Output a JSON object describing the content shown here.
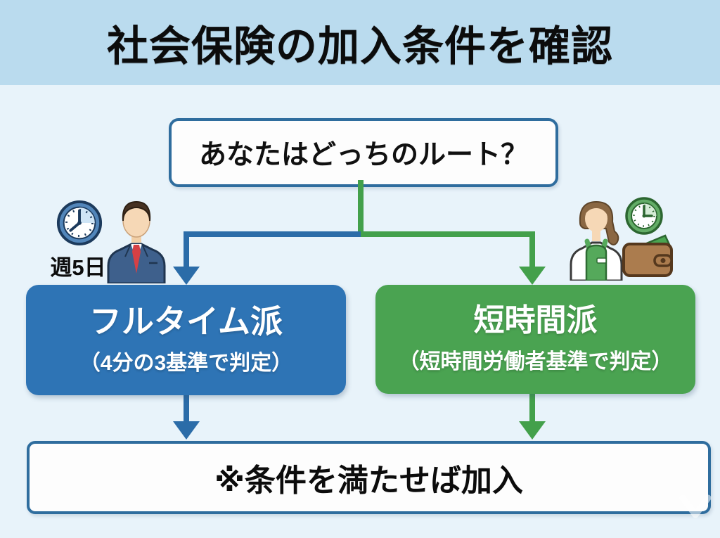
{
  "title": "社会保険の加入条件を確認",
  "flowchart": {
    "question": "あなたはどっちのルート？",
    "left_branch": {
      "badge": "週5日",
      "title": "フルタイム派",
      "subtitle": "（4分の3基準で判定）",
      "icons": [
        "clock-icon",
        "businessman-icon"
      ]
    },
    "right_branch": {
      "title": "短時間派",
      "subtitle": "（短時間労働者基準で判定）",
      "icons": [
        "woman-worker-icon",
        "clock-icon",
        "wallet-icon"
      ]
    },
    "result": "※条件を満たせば加入"
  },
  "colors": {
    "header_bg": "#badbee",
    "body_bg": "#e8f3fa",
    "fulltime_box": "#2e74b5",
    "parttime_box": "#4aa351",
    "box_border": "#2f6d9e",
    "arrow_blue": "#2b6ca8",
    "arrow_green": "#43a04b",
    "text_dark": "#0c0c0c",
    "text_light": "#ffffff"
  }
}
